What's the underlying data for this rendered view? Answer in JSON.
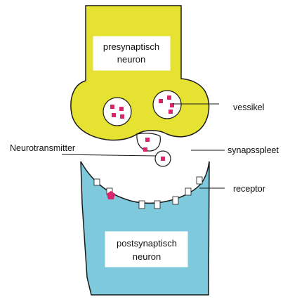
{
  "diagram": {
    "labels": {
      "presynaptic_line1": "presynaptisch",
      "presynaptic_line2": "neuron",
      "postsynaptic_line1": "postsynaptisch",
      "postsynaptic_line2": "neuron",
      "vesicle": "vessikel",
      "neurotransmitter": "Neurotransmitter",
      "cleft": "synapsspleet",
      "receptor": "receptor"
    },
    "colors": {
      "presynaptic_fill": "#e6e232",
      "postsynaptic_fill": "#7ec9db",
      "neurotransmitter": "#d8256c",
      "outline": "#1a1a1a",
      "label_box": "#ffffff"
    }
  }
}
